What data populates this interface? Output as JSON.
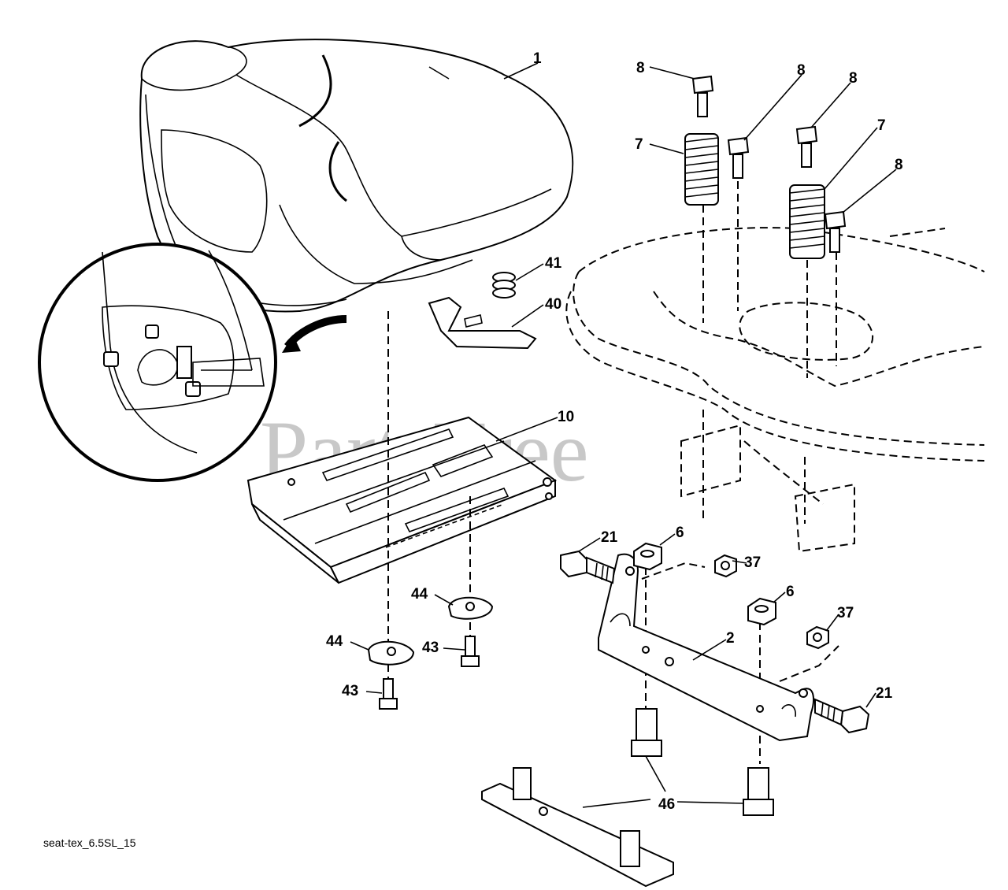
{
  "watermark": "PartsTree",
  "caption": "seat-tex_6.5SL_15",
  "callouts": [
    {
      "id": "1",
      "text": "1"
    },
    {
      "id": "8a",
      "text": "8"
    },
    {
      "id": "8b",
      "text": "8"
    },
    {
      "id": "8c",
      "text": "8"
    },
    {
      "id": "8d",
      "text": "8"
    },
    {
      "id": "7a",
      "text": "7"
    },
    {
      "id": "7b",
      "text": "7"
    },
    {
      "id": "41",
      "text": "41"
    },
    {
      "id": "40",
      "text": "40"
    },
    {
      "id": "10",
      "text": "10"
    },
    {
      "id": "21a",
      "text": "21"
    },
    {
      "id": "6a",
      "text": "6"
    },
    {
      "id": "37a",
      "text": "37"
    },
    {
      "id": "6b",
      "text": "6"
    },
    {
      "id": "37b",
      "text": "37"
    },
    {
      "id": "2",
      "text": "2"
    },
    {
      "id": "21b",
      "text": "21"
    },
    {
      "id": "44a",
      "text": "44"
    },
    {
      "id": "44b",
      "text": "44"
    },
    {
      "id": "43a",
      "text": "43"
    },
    {
      "id": "43b",
      "text": "43"
    },
    {
      "id": "46",
      "text": "46"
    }
  ]
}
